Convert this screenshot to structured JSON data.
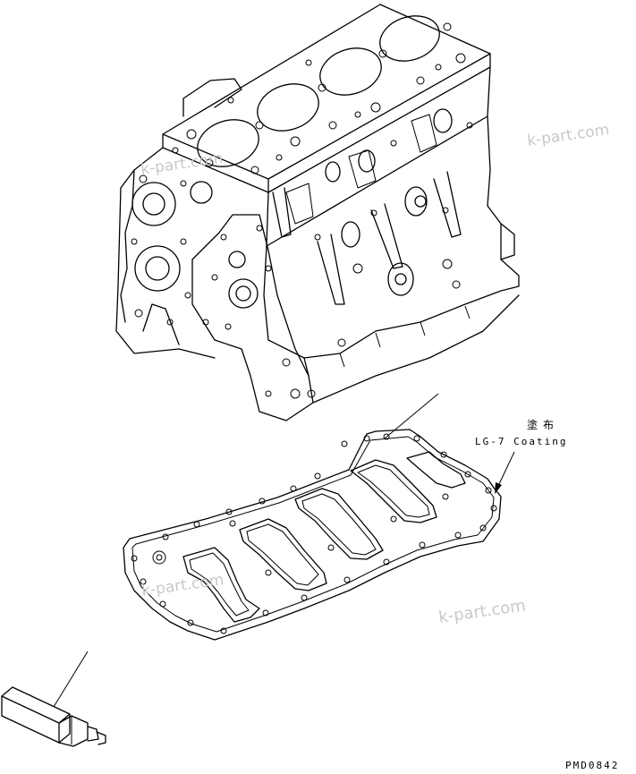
{
  "callout": {
    "coating_jp": "塗布",
    "coating_en": "LG-7 Coating"
  },
  "drawing_number": "PMD0842",
  "watermarks": [
    "k-part.com",
    "k-part.com",
    "k-part.com",
    "k-part.com"
  ],
  "parts": {
    "block": "cylinder-block",
    "gasket": "oil-pan-gasket",
    "tube": "sealant-tube"
  },
  "colors": {
    "line": "#000000",
    "watermark": "#c8c8c8",
    "background": "#ffffff"
  }
}
